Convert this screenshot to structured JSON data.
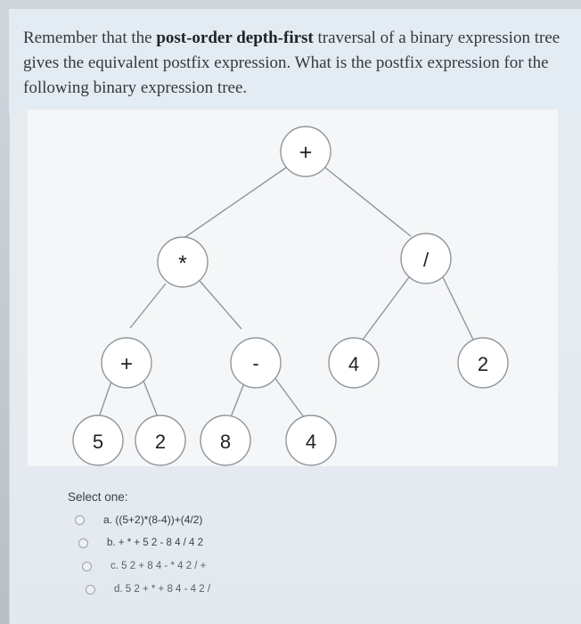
{
  "question": {
    "line1_before": "Remember that the ",
    "line1_bold": "post-order depth-first",
    "line1_after": " traversal of a binary expression tree",
    "line2": "gives the equivalent postfix expression. What is the postfix expression for the",
    "line3": "following binary expression tree."
  },
  "tree": {
    "nodes": {
      "root": "+",
      "mul": "*",
      "div": "/",
      "plus": "+",
      "minus": "-",
      "four_right": "4",
      "two_right": "2",
      "five": "5",
      "two": "2",
      "eight": "8",
      "four": "4"
    }
  },
  "answers": {
    "select_label": "Select one:",
    "options": [
      {
        "label": "a. ((5+2)*(8-4))+(4/2)"
      },
      {
        "label": "b. + * + 5 2 - 8 4 / 4 2"
      },
      {
        "label": "c. 5 2 + 8 4 - * 4 2 / +"
      },
      {
        "label": "d. 5 2 + * + 8 4 - 4 2 /"
      }
    ]
  },
  "colors": {
    "node_fill": "#ffffff",
    "node_stroke": "#8f969c",
    "edge": "#8f969c",
    "figure_bg": "#f5f6f7"
  }
}
